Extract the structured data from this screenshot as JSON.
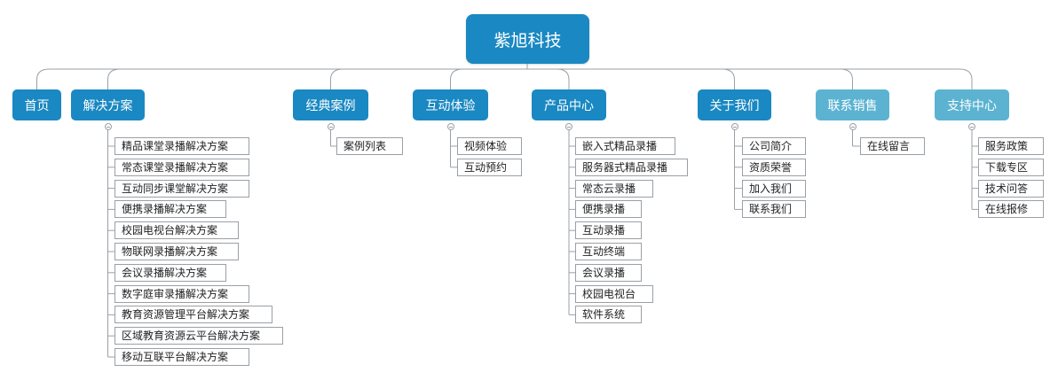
{
  "root": {
    "label": "紫旭科技"
  },
  "categories": [
    {
      "label": "首页",
      "children": []
    },
    {
      "label": "解决方案",
      "children": [
        "精品课堂录播解决方案",
        "常态课堂录播解决方案",
        "互动同步课堂解决方案",
        "便携录播解决方案",
        "校园电视台解决方案",
        "物联网录播解决方案",
        "会议录播解决方案",
        "数字庭审录播解决方案",
        "教育资源管理平台解决方案",
        "区域教育资源云平台解决方案",
        "移动互联平台解决方案"
      ]
    },
    {
      "label": "经典案例",
      "children": [
        "案例列表"
      ]
    },
    {
      "label": "互动体验",
      "children": [
        "视频体验",
        "互动预约"
      ]
    },
    {
      "label": "产品中心",
      "children": [
        "嵌入式精品录播",
        "服务器式精品录播",
        "常态云录播",
        "便携录播",
        "互动录播",
        "互动终端",
        "会议录播",
        "校园电视台",
        "软件系统"
      ]
    },
    {
      "label": "关于我们",
      "children": [
        "公司简介",
        "资质荣誉",
        "加入我们",
        "联系我们"
      ]
    },
    {
      "label": "联系销售",
      "children": [
        "在线留言"
      ]
    },
    {
      "label": "支持中心",
      "children": [
        "服务政策",
        "下载专区",
        "技术问答",
        "在线报修"
      ]
    }
  ],
  "colors": {
    "node": "#1a88c2",
    "node_light": "#5bb3d1",
    "line": "#9aa0a6"
  }
}
